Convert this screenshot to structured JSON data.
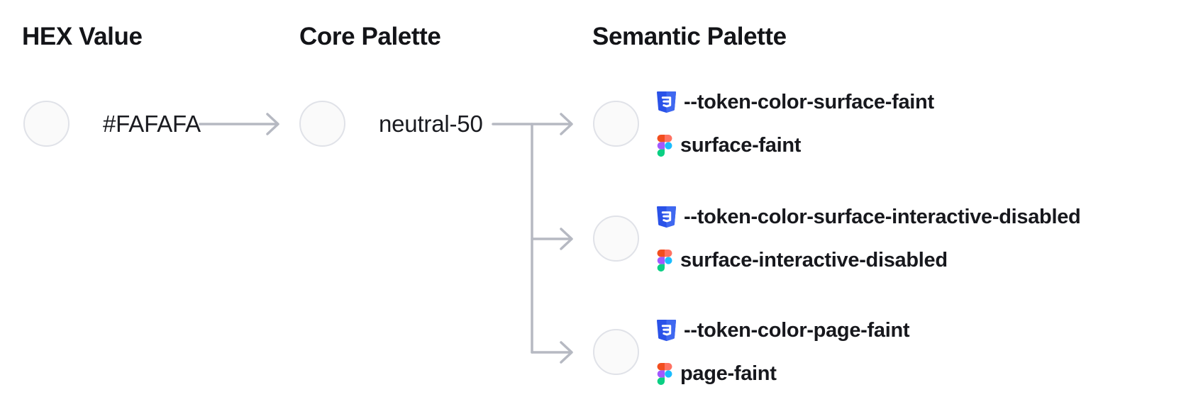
{
  "diagram": {
    "columns": {
      "hex": {
        "header": "HEX Value",
        "swatch_color": "#FAFAFA",
        "label": "#FAFAFA"
      },
      "core": {
        "header": "Core Palette",
        "swatch_color": "#FAFAFA",
        "label": "neutral-50"
      },
      "semantic": {
        "header": "Semantic Palette",
        "items": [
          {
            "swatch_color": "#FAFAFA",
            "css_token": "--token-color-surface-faint",
            "figma_token": "surface-faint"
          },
          {
            "swatch_color": "#FAFAFA",
            "css_token": "--token-color-surface-interactive-disabled",
            "figma_token": "surface-interactive-disabled"
          },
          {
            "swatch_color": "#FAFAFA",
            "css_token": "--token-color-page-faint",
            "figma_token": "page-faint"
          }
        ]
      }
    },
    "colors": {
      "background": "#FFFFFF",
      "text": "#17181D",
      "connector_gray": "#B6B9C2",
      "swatch_fill": "#FAFAFA",
      "swatch_border": "#E0E2E8",
      "css_icon_blue": "#2A52E8",
      "figma_orange": "#F24E1E",
      "figma_salmon": "#FF7262",
      "figma_purple": "#A259FF",
      "figma_blue": "#1ABCFE",
      "figma_green": "#0ACF83"
    }
  }
}
